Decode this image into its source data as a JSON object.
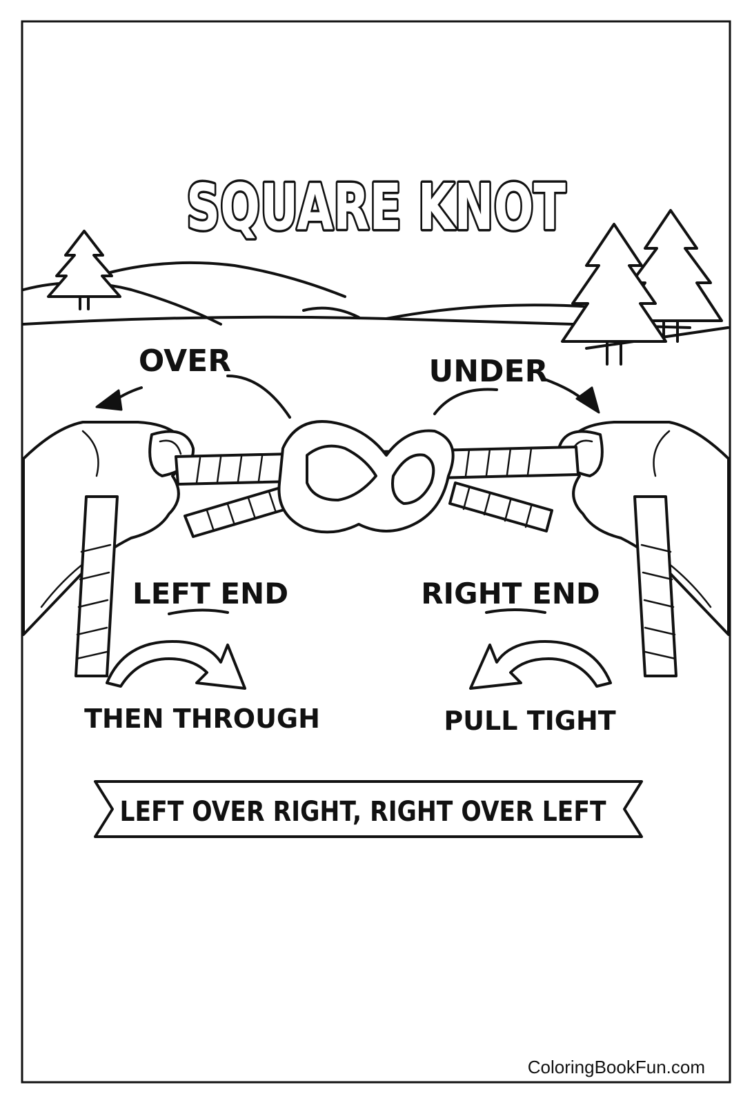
{
  "title": "SQUARE KNOT",
  "labels": {
    "over": "OVER",
    "under": "UNDER",
    "left_end": "LEFT END",
    "right_end": "RIGHT END",
    "then_through": "THEN THROUGH",
    "pull_tight": "PULL TIGHT"
  },
  "banner": "LEFT OVER RIGHT, RIGHT OVER LEFT",
  "credit": "ColoringBookFun.com",
  "icons": [
    "pine-tree-icon",
    "hills-icon",
    "hand-icon",
    "rope-icon",
    "curved-arrow-icon"
  ],
  "colors": {
    "ink": "#111111",
    "paper": "#ffffff"
  }
}
